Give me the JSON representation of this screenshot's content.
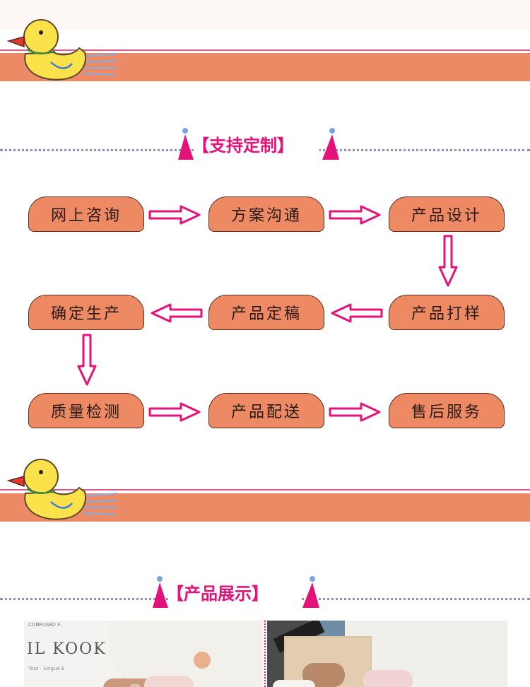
{
  "section1": {
    "title": "【支持定制】"
  },
  "section2": {
    "title": "【产品展示】"
  },
  "process": {
    "steps": [
      "网上咨询",
      "方案沟通",
      "产品设计",
      "产品打样",
      "产品定稿",
      "确定生产",
      "质量检测",
      "产品配送",
      "售后服务"
    ]
  },
  "colors": {
    "accent": "#e3137a",
    "band": "#ec8a66",
    "pill": "#ee8a63",
    "arrow": "#e3137a"
  },
  "photos": [
    {
      "caption_lines": [
        "CONFUSED F..",
        "IL KOOK",
        "Tout · Lingua E"
      ]
    },
    {
      "caption_lines": []
    }
  ]
}
